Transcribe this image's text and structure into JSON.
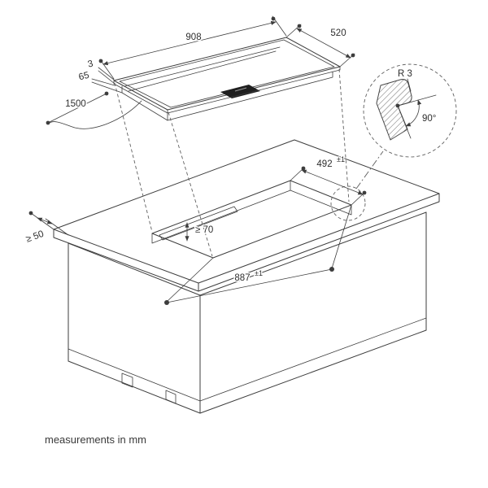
{
  "dimensions": {
    "cooktop_width": "908",
    "cooktop_depth": "520",
    "facet_height": "3",
    "body_height": "65",
    "cable_length": "1500",
    "cutout_depth": "492",
    "cutout_depth_tolerance": "±1",
    "min_clearance_below": "≥ 70",
    "min_side_clearance": "≥ 50",
    "cutout_width": "887",
    "cutout_width_tolerance": "±1"
  },
  "detail": {
    "corner_radius": "R 3",
    "edge_angle": "90°"
  },
  "footer": {
    "note": "measurements in mm"
  },
  "colors": {
    "line": "#3d3d3d",
    "dashed": "#5f5f5f",
    "panel": "#1f1f1f",
    "background": "#ffffff"
  }
}
